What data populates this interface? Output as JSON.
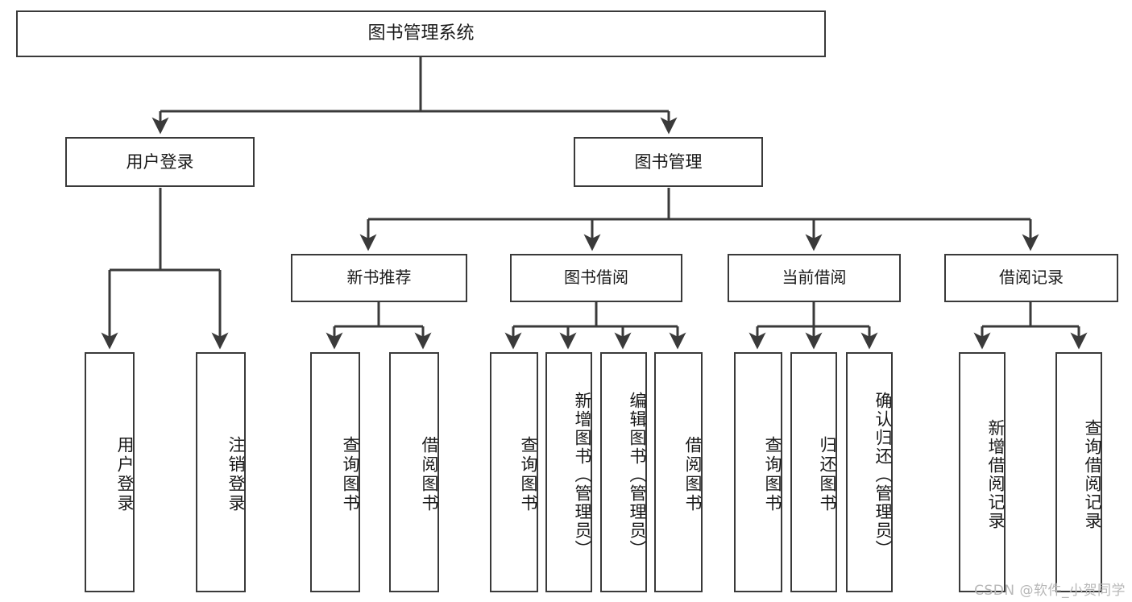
{
  "diagram": {
    "title": "图书管理系统",
    "type": "tree",
    "orientation": "top-down",
    "watermark": "CSDN @软件_小贺同学",
    "colors": {
      "border": "#3a3a3a",
      "fill": "#ffffff",
      "text": "#1a1a1a",
      "connector": "#3a3a3a",
      "watermark": "#b8b8b8"
    },
    "nodes": {
      "root": {
        "label": "图书管理系统",
        "level": 1
      },
      "level2": [
        {
          "id": "user-login",
          "label": "用户登录"
        },
        {
          "id": "book-manage",
          "label": "图书管理"
        }
      ],
      "level3": [
        {
          "id": "new-book-recommend",
          "label": "新书推荐",
          "parent": "book-manage"
        },
        {
          "id": "book-borrow",
          "label": "图书借阅",
          "parent": "book-manage"
        },
        {
          "id": "current-borrow",
          "label": "当前借阅",
          "parent": "book-manage"
        },
        {
          "id": "borrow-record",
          "label": "借阅记录",
          "parent": "book-manage"
        }
      ],
      "leaves": [
        {
          "id": "leaf-user-login",
          "label": "用户登录",
          "parent": "user-login"
        },
        {
          "id": "leaf-logout",
          "label": "注销登录",
          "parent": "user-login"
        },
        {
          "id": "leaf-query-book-1",
          "label": "查询图书",
          "parent": "new-book-recommend"
        },
        {
          "id": "leaf-borrow-book-1",
          "label": "借阅图书",
          "parent": "new-book-recommend"
        },
        {
          "id": "leaf-query-book-2",
          "label": "查询图书",
          "parent": "book-borrow"
        },
        {
          "id": "leaf-add-book",
          "label": "新增图书（管理员）",
          "parent": "book-borrow"
        },
        {
          "id": "leaf-edit-book",
          "label": "编辑图书（管理员）",
          "parent": "book-borrow"
        },
        {
          "id": "leaf-borrow-book-2",
          "label": "借阅图书",
          "parent": "book-borrow"
        },
        {
          "id": "leaf-query-book-3",
          "label": "查询图书",
          "parent": "current-borrow"
        },
        {
          "id": "leaf-return-book",
          "label": "归还图书",
          "parent": "current-borrow"
        },
        {
          "id": "leaf-confirm-return",
          "label": "确认归还（管理员）",
          "parent": "current-borrow"
        },
        {
          "id": "leaf-add-record",
          "label": "新增借阅记录",
          "parent": "borrow-record"
        },
        {
          "id": "leaf-query-record",
          "label": "查询借阅记录",
          "parent": "borrow-record"
        }
      ]
    }
  }
}
